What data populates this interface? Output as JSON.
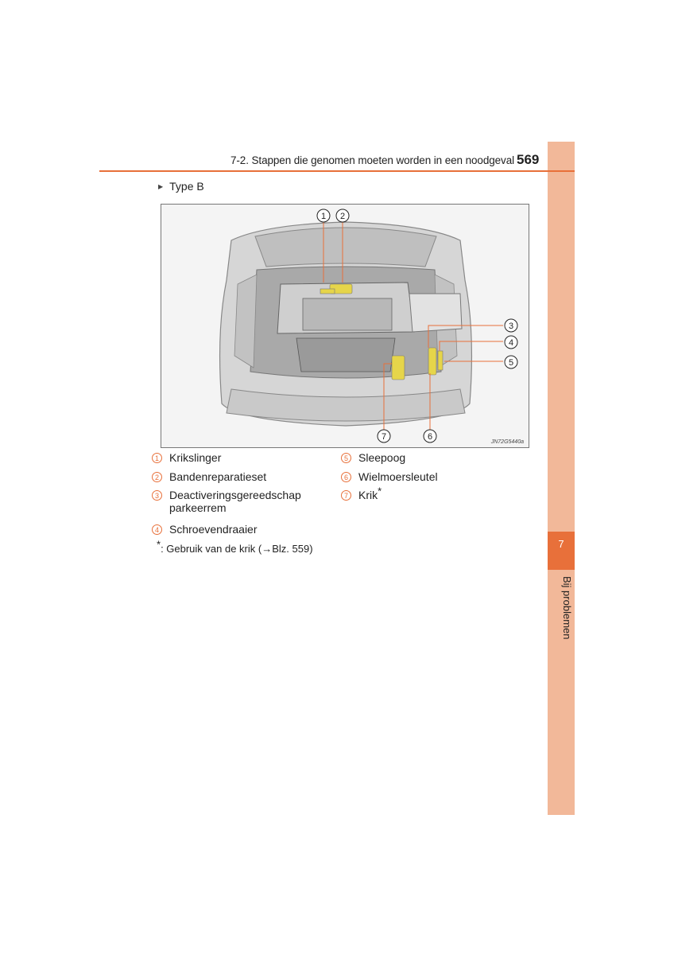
{
  "header": {
    "section_title": "7-2. Stappen die genomen moeten worden in een noodgeval",
    "page_number": "569"
  },
  "side_tab": {
    "chapter_number": "7",
    "chapter_label": "Bij problemen"
  },
  "subheading": "Type B",
  "figure": {
    "code": "JN72G5440a",
    "callouts": [
      "1",
      "2",
      "3",
      "4",
      "5",
      "6",
      "7"
    ]
  },
  "legend": {
    "items": [
      {
        "num": "1",
        "line1": "Krikslinger",
        "line2": ""
      },
      {
        "num": "2",
        "line1": "Bandenreparatieset",
        "line2": ""
      },
      {
        "num": "3",
        "line1": "Deactiveringsgereedschap",
        "line2": "parkeerrem"
      },
      {
        "num": "4",
        "line1": "Schroevendraaier",
        "line2": ""
      },
      {
        "num": "5",
        "line1": "Sleepoog",
        "line2": ""
      },
      {
        "num": "6",
        "line1": "Wielmoersleutel",
        "line2": ""
      },
      {
        "num": "7",
        "line1": "Krik",
        "line2": ""
      }
    ],
    "star": "*"
  },
  "footnote": {
    "marker": "*",
    "text": ":  Gebruik van de krik (→Blz. 559)"
  },
  "colors": {
    "accent": "#e8703a",
    "tab": "#f2b899"
  }
}
